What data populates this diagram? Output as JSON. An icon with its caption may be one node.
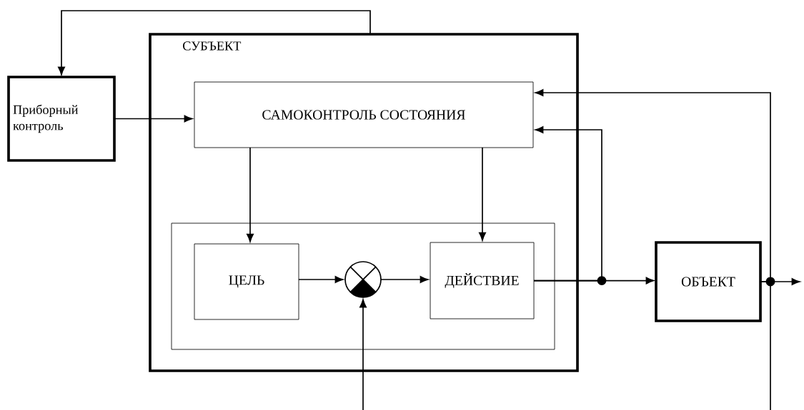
{
  "diagram": {
    "nodes": [
      {
        "text": [
          "СУБЪЕКТ"
        ]
      },
      {
        "text": [
          "Приборный контроль"
        ]
      },
      {
        "text": [
          "САМОКОНТРОЛЬ СОСТОЯНИЯ"
        ],
        "in": 0
      },
      {
        "text": [],
        "shape": "box",
        "in": 0
      },
      {
        "text": [
          "ЦЕЛЬ"
        ],
        "in": 3
      },
      {
        "text": [],
        "shape": "circle",
        "in": 3
      },
      {
        "text": [
          "ДЕЙСТВИЕ"
        ],
        "in": 3
      },
      {
        "text": [
          "ОБЪЕКТ"
        ]
      }
    ],
    "edges": [
      {
        "from": 0,
        "to": 1,
        "arrow": "to"
      },
      {
        "from": 1,
        "to": 2,
        "arrow": "to"
      },
      {
        "from": 2,
        "to": 4,
        "arrow": "to"
      },
      {
        "from": 2,
        "to": 6,
        "arrow": "to"
      },
      {
        "from": 4,
        "to": 5,
        "arrow": "to"
      },
      {
        "from": 5,
        "to": 6,
        "arrow": "to"
      },
      {
        "from": 6,
        "to": 7,
        "arrow": "to"
      },
      {
        "from": 6,
        "to": 2,
        "arrow": "to"
      },
      {
        "from": 7,
        "to": null,
        "arrow": "to"
      },
      {
        "from": 7,
        "to": 2,
        "arrow": "to"
      },
      {
        "from": 7,
        "to": null,
        "arrow": "none"
      },
      {
        "from": null,
        "to": 5,
        "arrow": "to"
      }
    ]
  }
}
